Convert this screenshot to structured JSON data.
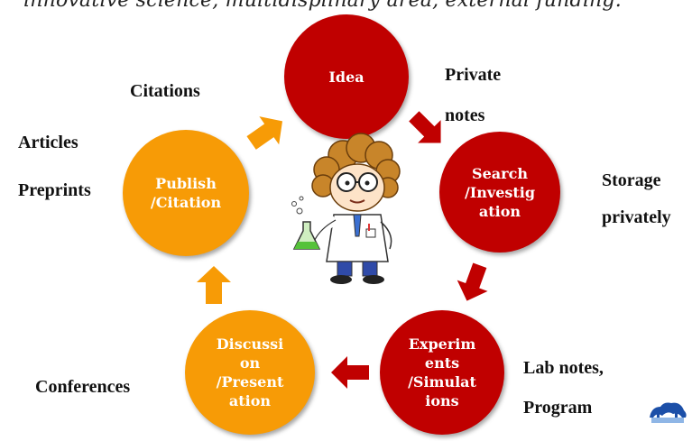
{
  "header": {
    "subtitle": "innovative science, multidisplinary area, external funding."
  },
  "cycle": {
    "idea": [
      "Idea"
    ],
    "search": [
      "Search",
      "/Investig",
      "ation"
    ],
    "experiments": [
      "Experim",
      "ents",
      "/Simulat",
      "ions"
    ],
    "discussion": [
      "Discussi",
      "on",
      "/Present",
      "ation"
    ],
    "publish": [
      "Publish",
      "/Citation"
    ]
  },
  "annotations": {
    "private_notes_1": "Private",
    "private_notes_2": "notes",
    "storage_1": "Storage",
    "storage_2": "privately",
    "lab_notes": "Lab notes,",
    "program": "Program",
    "conferences": "Conferences",
    "citations": "Citations",
    "articles": "Articles",
    "preprints": "Preprints"
  },
  "colors": {
    "stage_red": "#c00000",
    "stage_orange": "#f79b06",
    "arrow_red": "#c00000",
    "arrow_orange": "#f79b06"
  },
  "icons": {
    "scientist": "scientist-with-flask-illustration",
    "logo": "cloud-logo"
  }
}
